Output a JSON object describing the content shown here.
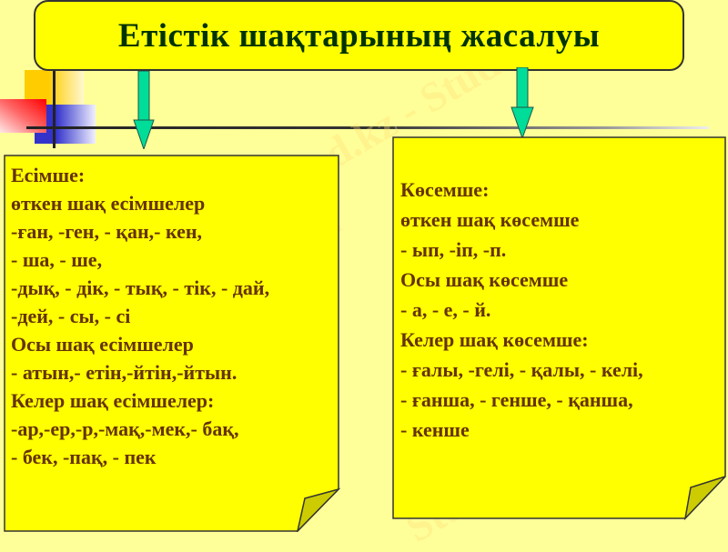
{
  "title": "Етістік шақтарының жасалуы",
  "left_box": {
    "lines": [
      "Есімше:",
      "өткен шақ есімшелер",
      "-ған, -ген, - қан,- кен,",
      "- ша, - ше,",
      "-дық, - дік, - тық, - тік, - дай,",
      "-дей, - сы, - сі",
      "Осы шақ есімшелер",
      "- атын,- етін,-йтін,-йтын.",
      "Келер шақ есімшелер:",
      "-ар,-ер,-р,-мақ,-мек,- бақ,",
      "- бек, -пақ, - пек"
    ]
  },
  "right_box": {
    "lines": [
      "Көсемше:",
      "өткен шақ көсемше",
      "- ып, -іп, -п.",
      "Осы шақ көсемше",
      "- а, - е, - й.",
      "Келер шақ көсемше:",
      "- ғалы, -гелі, - қалы, - келі,",
      "- ғанша, - генше, - қанша,",
      "- кенше"
    ]
  },
  "watermark": [
    "Stud.kz",
    "Stud.kz - Stud.kz",
    "Stud.kz",
    "Stud.kz"
  ],
  "colors": {
    "background": "#ffff99",
    "box_fill": "#ffff00",
    "title_text": "#003300",
    "body_text": "#663300",
    "arrow": "#00dd99"
  }
}
